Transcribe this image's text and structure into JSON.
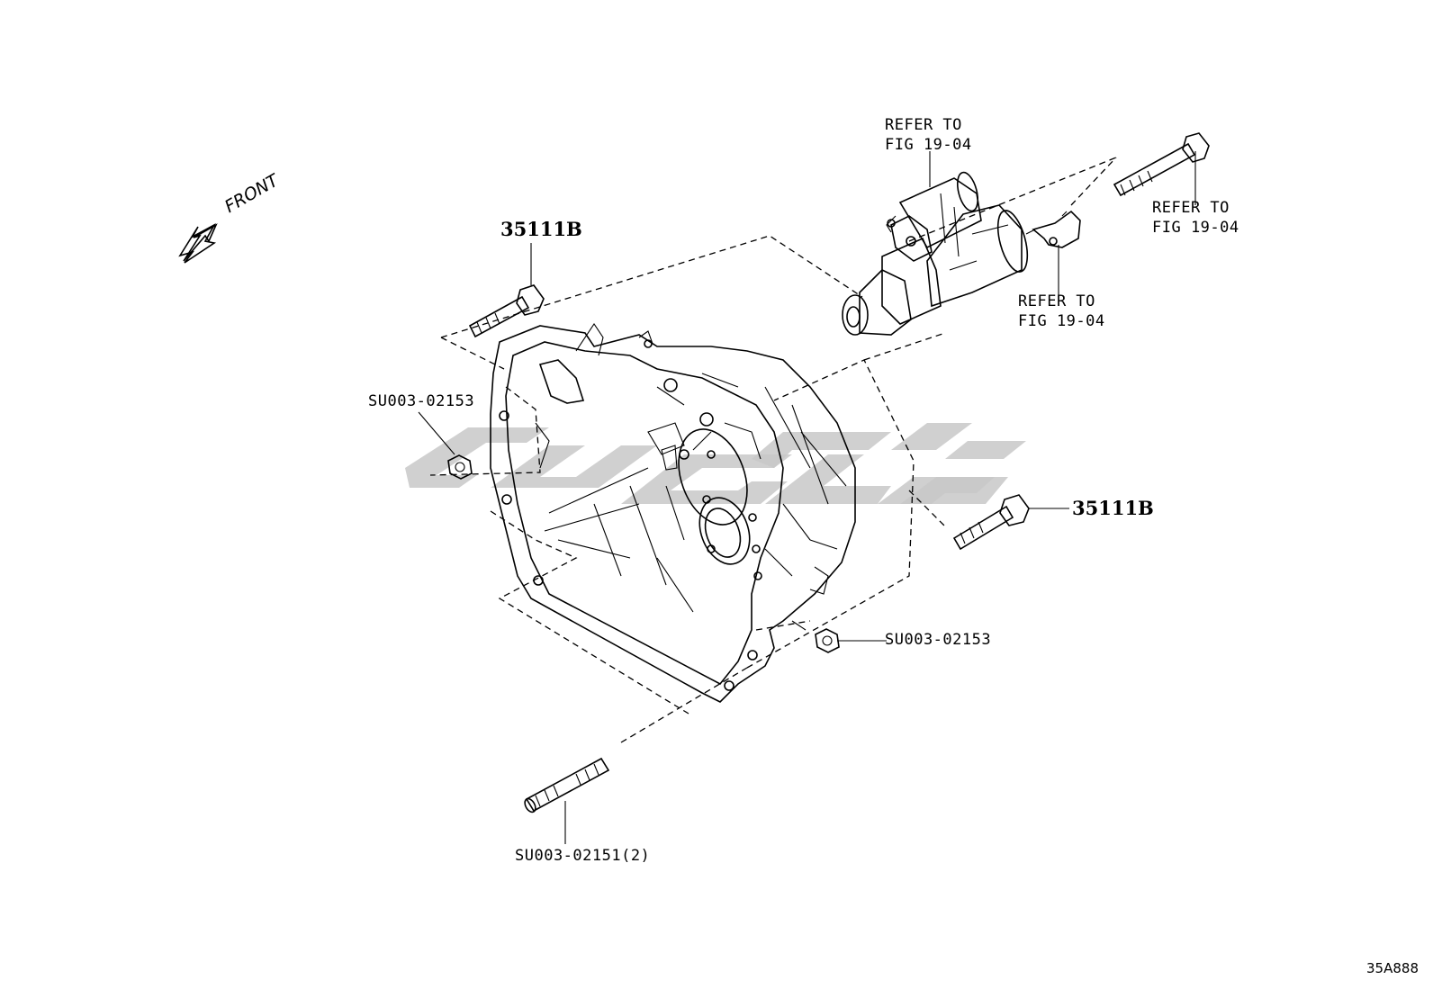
{
  "orientation": {
    "label": "FRONT"
  },
  "callouts": {
    "bolt_upper": "35111B",
    "bolt_right": "35111B",
    "nut_left": "SU003-02153",
    "nut_right": "SU003-02153",
    "stud_bottom": "SU003-02151(2)",
    "starter_ref": "REFER TO\nFIG 19-04",
    "long_bolt_ref": "REFER TO\nFIG 19-04",
    "bracket_ref": "REFER TO\nFIG 19-04"
  },
  "figure_id": "35A888",
  "watermark_color": "#c8c8c8"
}
